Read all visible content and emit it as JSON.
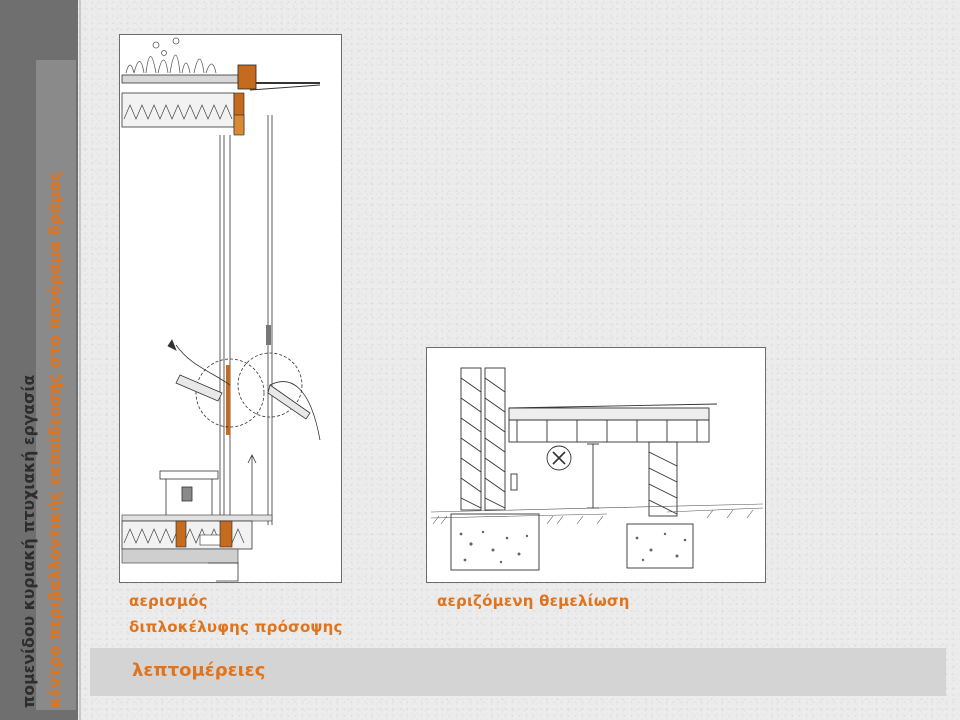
{
  "sidebar": {
    "line1": "πομενίδου κυριακή πτυχιακή εργασία",
    "line2": "κέντρο περιβαλλοντικής εκπαίδευσης στο πανόραμα δράμας"
  },
  "figures": [
    {
      "caption_line1": "αερισμός",
      "caption_line2": "διπλοκέλυφης πρόσοψης",
      "icon": "double-skin-facade-section-drawing"
    },
    {
      "caption": "αεριζόμενη θεμελίωση",
      "icon": "ventilated-foundation-section-drawing"
    }
  ],
  "footer": {
    "title": "λεπτομέρειες"
  },
  "colors": {
    "accent": "#e0741d",
    "sidebar": "#6f6f6f",
    "footer": "#d4d4d4"
  }
}
